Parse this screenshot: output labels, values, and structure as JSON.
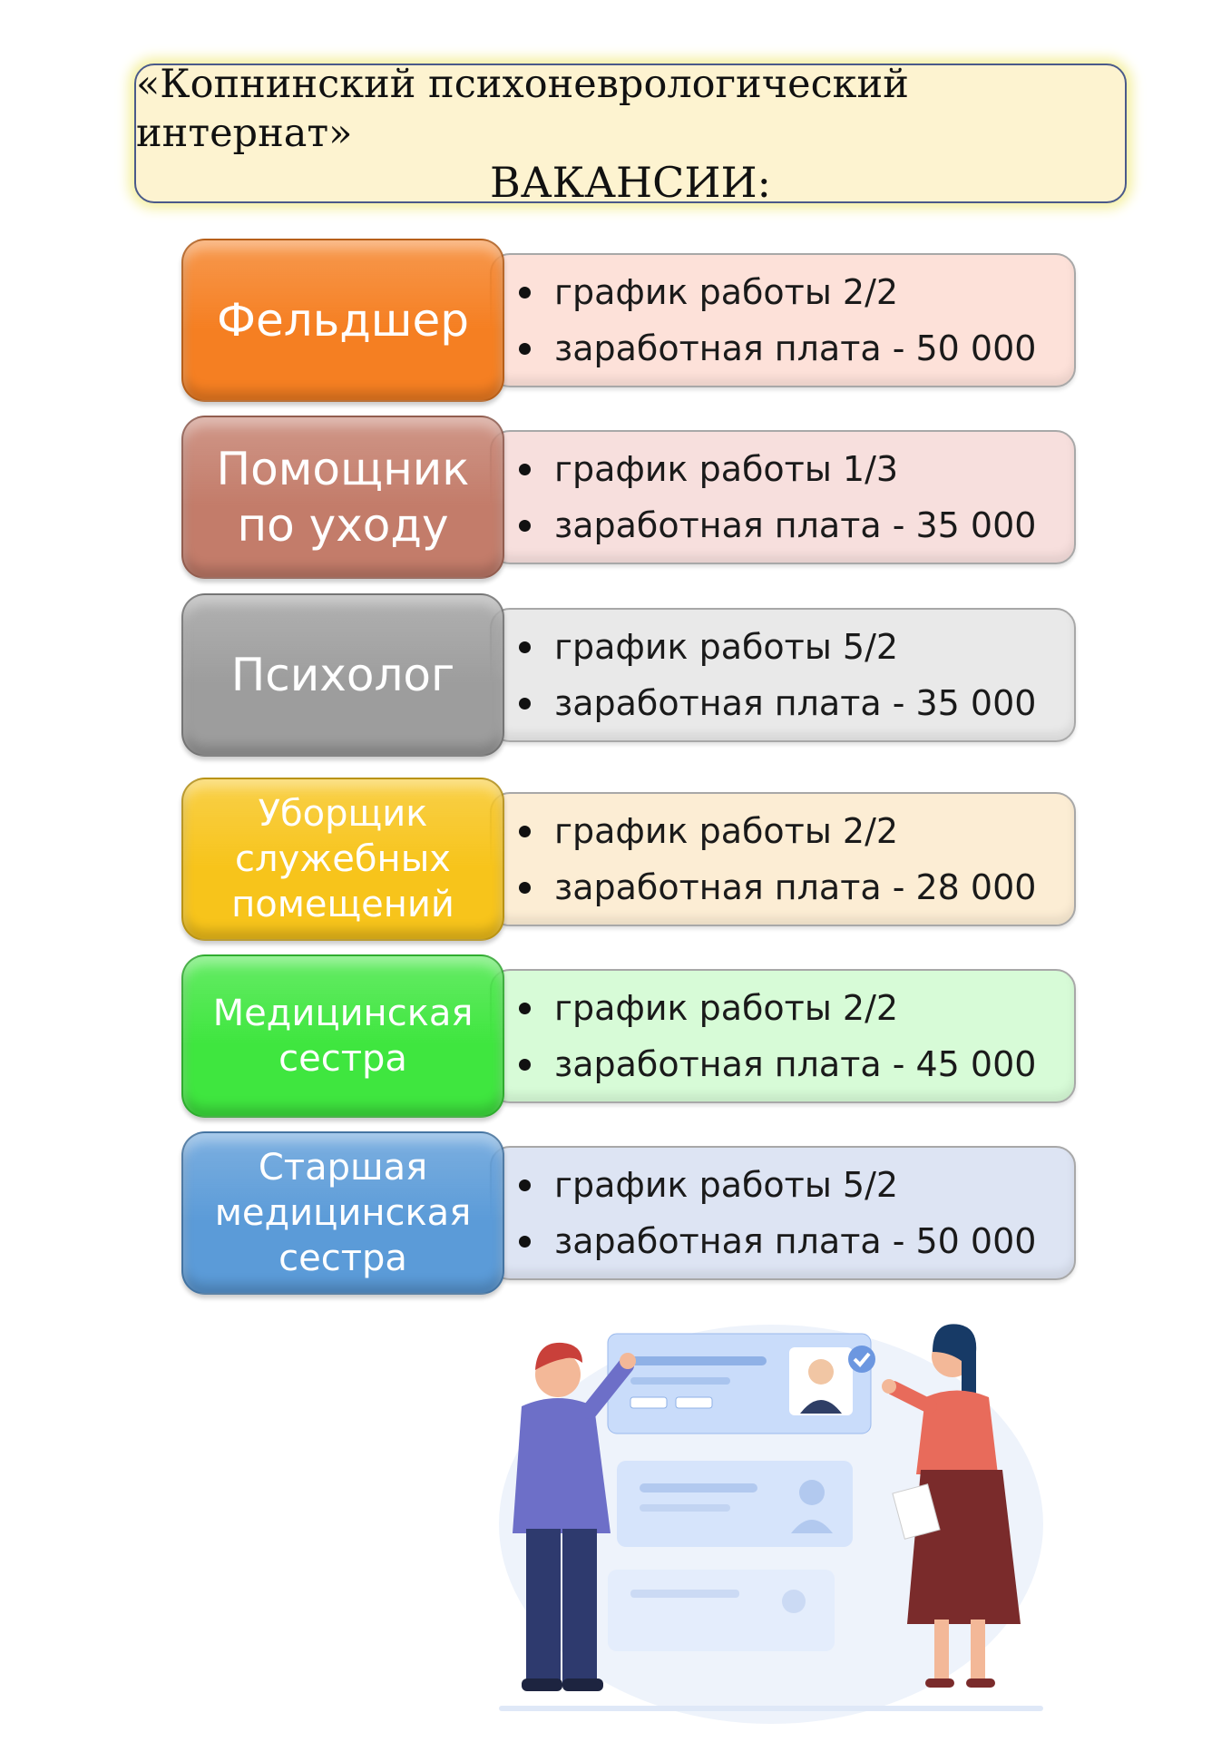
{
  "header": {
    "line1": "«Копнинский психоневрологический интернат»",
    "line2": "ВАКАНСИИ:"
  },
  "vacancies": [
    {
      "title": "Фельдшер",
      "schedule": "график работы 2/2",
      "salary": "заработная плата - 50 000",
      "title_color": "#f57f22",
      "detail_color": "#fde1d9"
    },
    {
      "title": "Помощник по уходу",
      "schedule": "график работы 1/3",
      "salary": "заработная плата - 35 000",
      "title_color": "#c37c6a",
      "detail_color": "#f7dfdd"
    },
    {
      "title": "Психолог",
      "schedule": "график работы 5/2",
      "salary": "заработная плата - 35 000",
      "title_color": "#9d9d9d",
      "detail_color": "#e9e9e9"
    },
    {
      "title": "Уборщик служебных помещений",
      "schedule": "график работы 2/2",
      "salary": "заработная плата - 28 000",
      "title_color": "#f7c41b",
      "detail_color": "#fcedd4"
    },
    {
      "title": "Медицинская сестра",
      "schedule": "график работы 2/2",
      "salary": "заработная плата - 45 000",
      "title_color": "#3fe63f",
      "detail_color": "#d7fbd7"
    },
    {
      "title": "Старшая медицинская сестра",
      "schedule": "график работы 5/2",
      "salary": "заработная плата - 50 000",
      "title_color": "#5b9bd8",
      "detail_color": "#dde4f3"
    }
  ],
  "illustration": {
    "icons": [
      "recruiter-man-icon",
      "candidate-profile-cards-icon",
      "woman-with-document-icon",
      "checkmark-icon"
    ]
  }
}
